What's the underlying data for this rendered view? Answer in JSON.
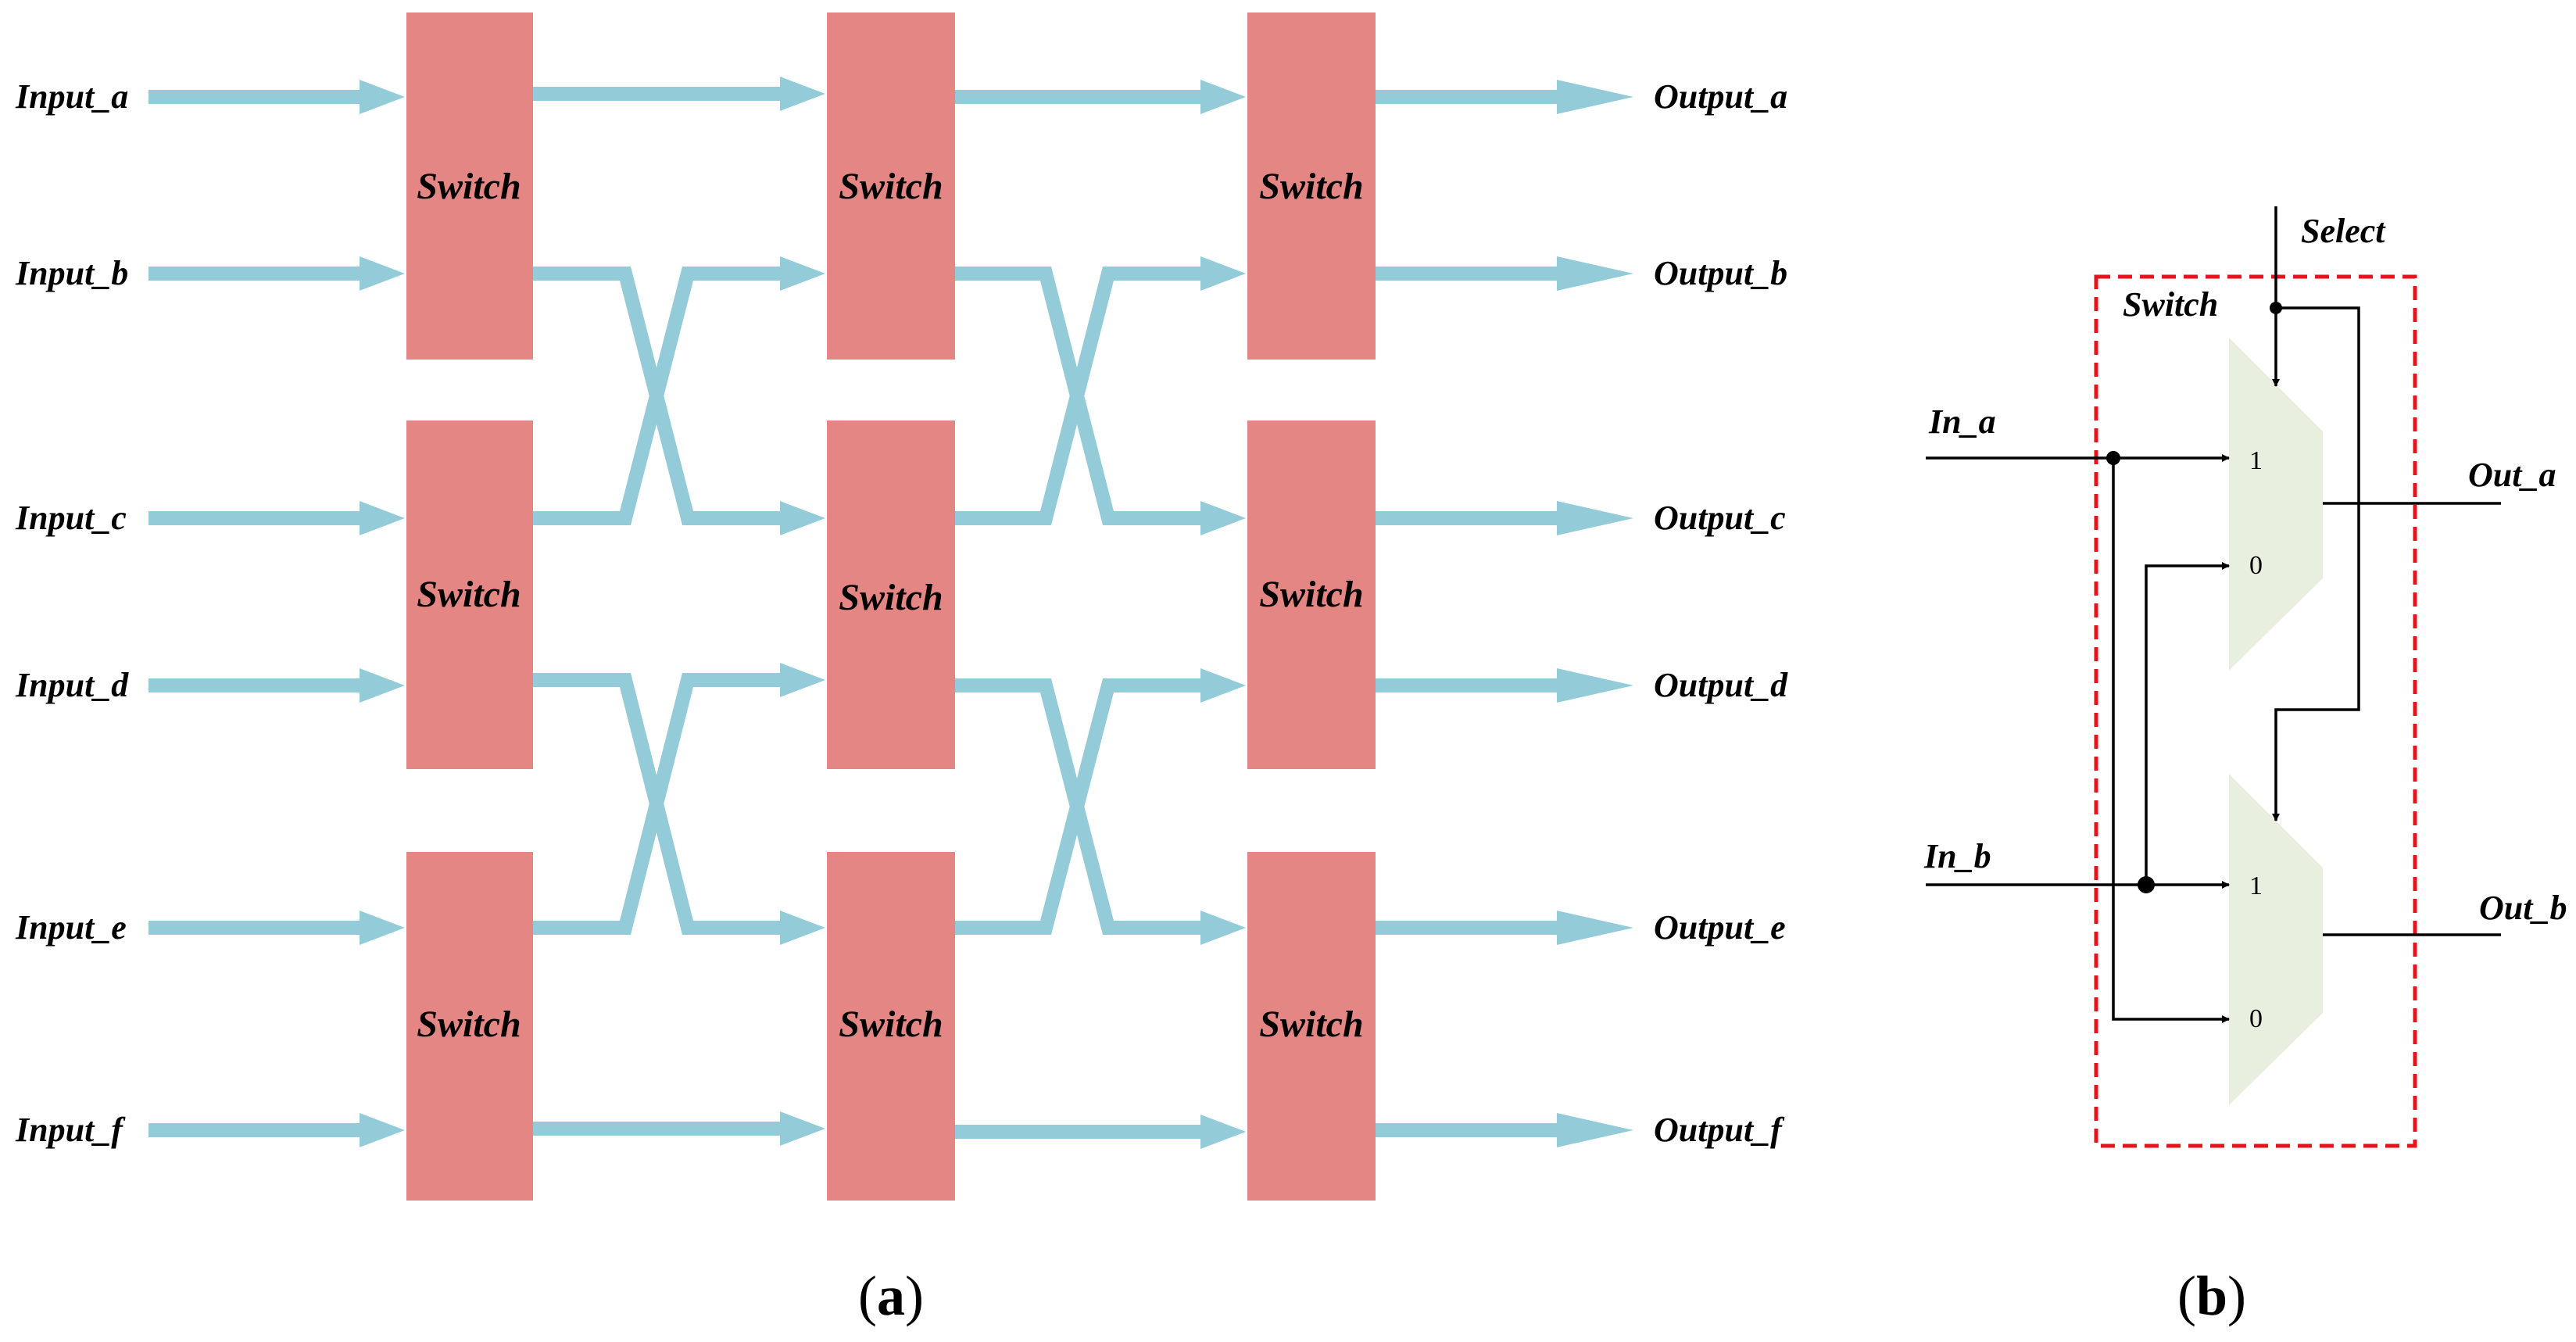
{
  "colors": {
    "switch_block": "#e48683",
    "link": "#93ccd8",
    "mux_fill": "#e8efde",
    "dashed_box": "#e3141c",
    "wire": "#000000"
  },
  "panel_a": {
    "inputs": [
      "Input_a",
      "Input_b",
      "Input_c",
      "Input_d",
      "Input_e",
      "Input_f"
    ],
    "outputs": [
      "Output_a",
      "Output_b",
      "Output_c",
      "Output_d",
      "Output_e",
      "Output_f"
    ],
    "switch_label": "Switch",
    "caption_open": "(",
    "caption_letter": "a",
    "caption_close": ")"
  },
  "panel_b": {
    "box_label": "Switch",
    "select_label": "Select",
    "in_a": "In_a",
    "in_b": "In_b",
    "out_a": "Out_a",
    "out_b": "Out_b",
    "mux_top_in1": "1",
    "mux_top_in0": "0",
    "mux_bot_in1": "1",
    "mux_bot_in0": "0",
    "caption_open": "(",
    "caption_letter": "b",
    "caption_close": ")"
  }
}
